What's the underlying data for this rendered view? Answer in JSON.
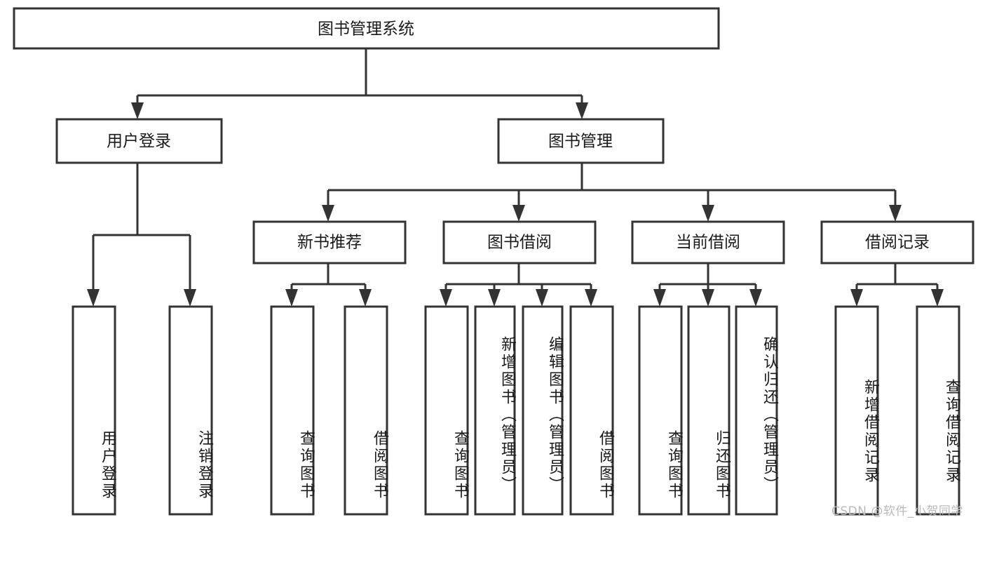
{
  "diagram": {
    "title": "图书管理系统",
    "type": "tree",
    "watermark": "CSDN @软件_小贺同学",
    "levels": {
      "root": {
        "label": "图书管理系统"
      },
      "level2": [
        {
          "id": "user-login",
          "label": "用户登录"
        },
        {
          "id": "book-management",
          "label": "图书管理"
        }
      ],
      "level3": [
        {
          "id": "new-book-recommend",
          "label": "新书推荐",
          "parent": "book-management"
        },
        {
          "id": "book-borrow",
          "label": "图书借阅",
          "parent": "book-management"
        },
        {
          "id": "current-borrow",
          "label": "当前借阅",
          "parent": "book-management"
        },
        {
          "id": "borrow-record",
          "label": "借阅记录",
          "parent": "book-management"
        }
      ],
      "leaves": [
        {
          "id": "leaf-user-login",
          "label": "用户登录",
          "parent": "user-login"
        },
        {
          "id": "leaf-logout-login",
          "label": "注销登录",
          "parent": "user-login"
        },
        {
          "id": "leaf-query-book-1",
          "label": "查询图书",
          "parent": "new-book-recommend"
        },
        {
          "id": "leaf-borrow-book-1",
          "label": "借阅图书",
          "parent": "new-book-recommend"
        },
        {
          "id": "leaf-query-book-2",
          "label": "查询图书",
          "parent": "book-borrow"
        },
        {
          "id": "leaf-add-book",
          "label": "新增图书（管理员）",
          "parent": "book-borrow"
        },
        {
          "id": "leaf-edit-book",
          "label": "编辑图书（管理员）",
          "parent": "book-borrow"
        },
        {
          "id": "leaf-borrow-book-2",
          "label": "借阅图书",
          "parent": "book-borrow"
        },
        {
          "id": "leaf-query-book-3",
          "label": "查询图书",
          "parent": "current-borrow"
        },
        {
          "id": "leaf-return-book",
          "label": "归还图书",
          "parent": "current-borrow"
        },
        {
          "id": "leaf-confirm-return",
          "label": "确认归还（管理员）",
          "parent": "current-borrow"
        },
        {
          "id": "leaf-add-record",
          "label": "新增借阅记录",
          "parent": "borrow-record"
        },
        {
          "id": "leaf-query-record",
          "label": "查询借阅记录",
          "parent": "borrow-record"
        }
      ]
    },
    "colors": {
      "stroke": "#333333",
      "fill": "#ffffff",
      "text": "#1a1a1a",
      "watermark": "#b9b9b9"
    }
  }
}
